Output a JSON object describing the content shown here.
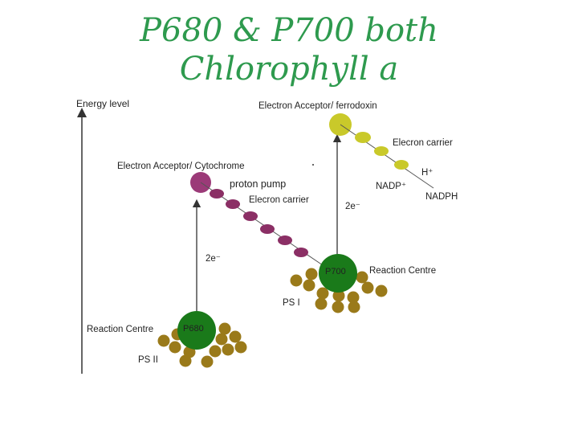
{
  "title": {
    "line1": "P680 & P700 both",
    "line2": "Chlorophyll a"
  },
  "diagram": {
    "y_axis_label": "Energy level",
    "ps2": {
      "reaction_centre_label": "Reaction Centre",
      "chlorophyll_label": "P680",
      "system_label": "PS II",
      "excitation_label": "2e⁻",
      "acceptor_label": "Electron Acceptor/ Cytochrome",
      "pump_label": "proton pump",
      "carrier_label": "Elecron carrier"
    },
    "ps1": {
      "reaction_centre_label": "Reaction Centre",
      "chlorophyll_label": "P700",
      "system_label": "PS I",
      "excitation_label": "2e⁻",
      "acceptor_label": "Electron Acceptor/ ferrodoxin",
      "carrier_label": "Elecron carrier",
      "h_label": "H⁺",
      "nadp_label": "NADP⁺",
      "nadph_label": "NADPH"
    },
    "colors": {
      "title": "#2e9a4e",
      "reaction_centre": "#1a7a1a",
      "antenna": "#9a7a1a",
      "cytochrome": "#9b3a78",
      "carrier_ps2": "#8b2f65",
      "ferrodoxin": "#c9c92a"
    }
  }
}
